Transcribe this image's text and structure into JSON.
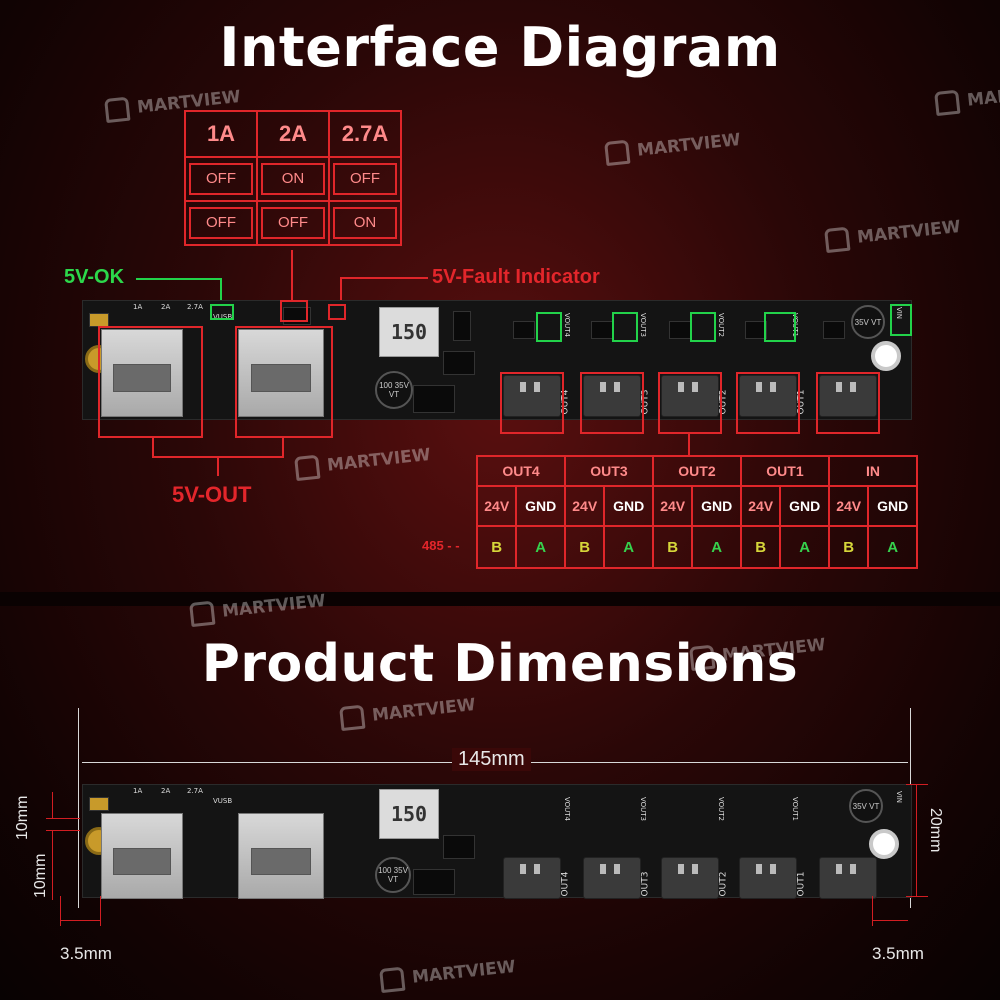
{
  "titles": {
    "interface": "Interface Diagram",
    "dimensions": "Product Dimensions"
  },
  "watermark": "MARTVIEW",
  "colors": {
    "accent_red": "#e0262a",
    "accent_green": "#22d24a",
    "background": "#2a0707"
  },
  "switch_table": {
    "headers": [
      "1A",
      "2A",
      "2.7A"
    ],
    "rows": [
      [
        "OFF",
        "ON",
        "OFF"
      ],
      [
        "OFF",
        "OFF",
        "ON"
      ]
    ]
  },
  "labels": {
    "ok": "5V-OK",
    "fault": "5V-Fault Indicator",
    "out": "5V-OUT",
    "rs485": "485 - -"
  },
  "pin_table": {
    "groups": [
      "OUT4",
      "OUT3",
      "OUT2",
      "OUT1",
      "IN"
    ],
    "power": [
      "24V",
      "GND"
    ],
    "rs485": [
      "B",
      "A"
    ]
  },
  "board": {
    "silk": {
      "sw1": "1A",
      "sw2": "2A",
      "sw3": "2.7A",
      "vusb": "VUSB",
      "vout4": "VOUT4",
      "vout3": "VOUT3",
      "vout2": "VOUT2",
      "vout1": "VOUT1",
      "vin": "VIN",
      "out4": "OUT4",
      "out3": "OUT3",
      "out2": "OUT2",
      "out1": "OUT1"
    },
    "inductor": "150",
    "cap_left": "100 35V VT",
    "cap_right": "35V VT"
  },
  "dimensions": {
    "length": "145mm",
    "height": "20mm",
    "usb_offset": "10mm",
    "usb_spacing": "10mm",
    "left_margin": "3.5mm",
    "right_margin": "3.5mm"
  }
}
